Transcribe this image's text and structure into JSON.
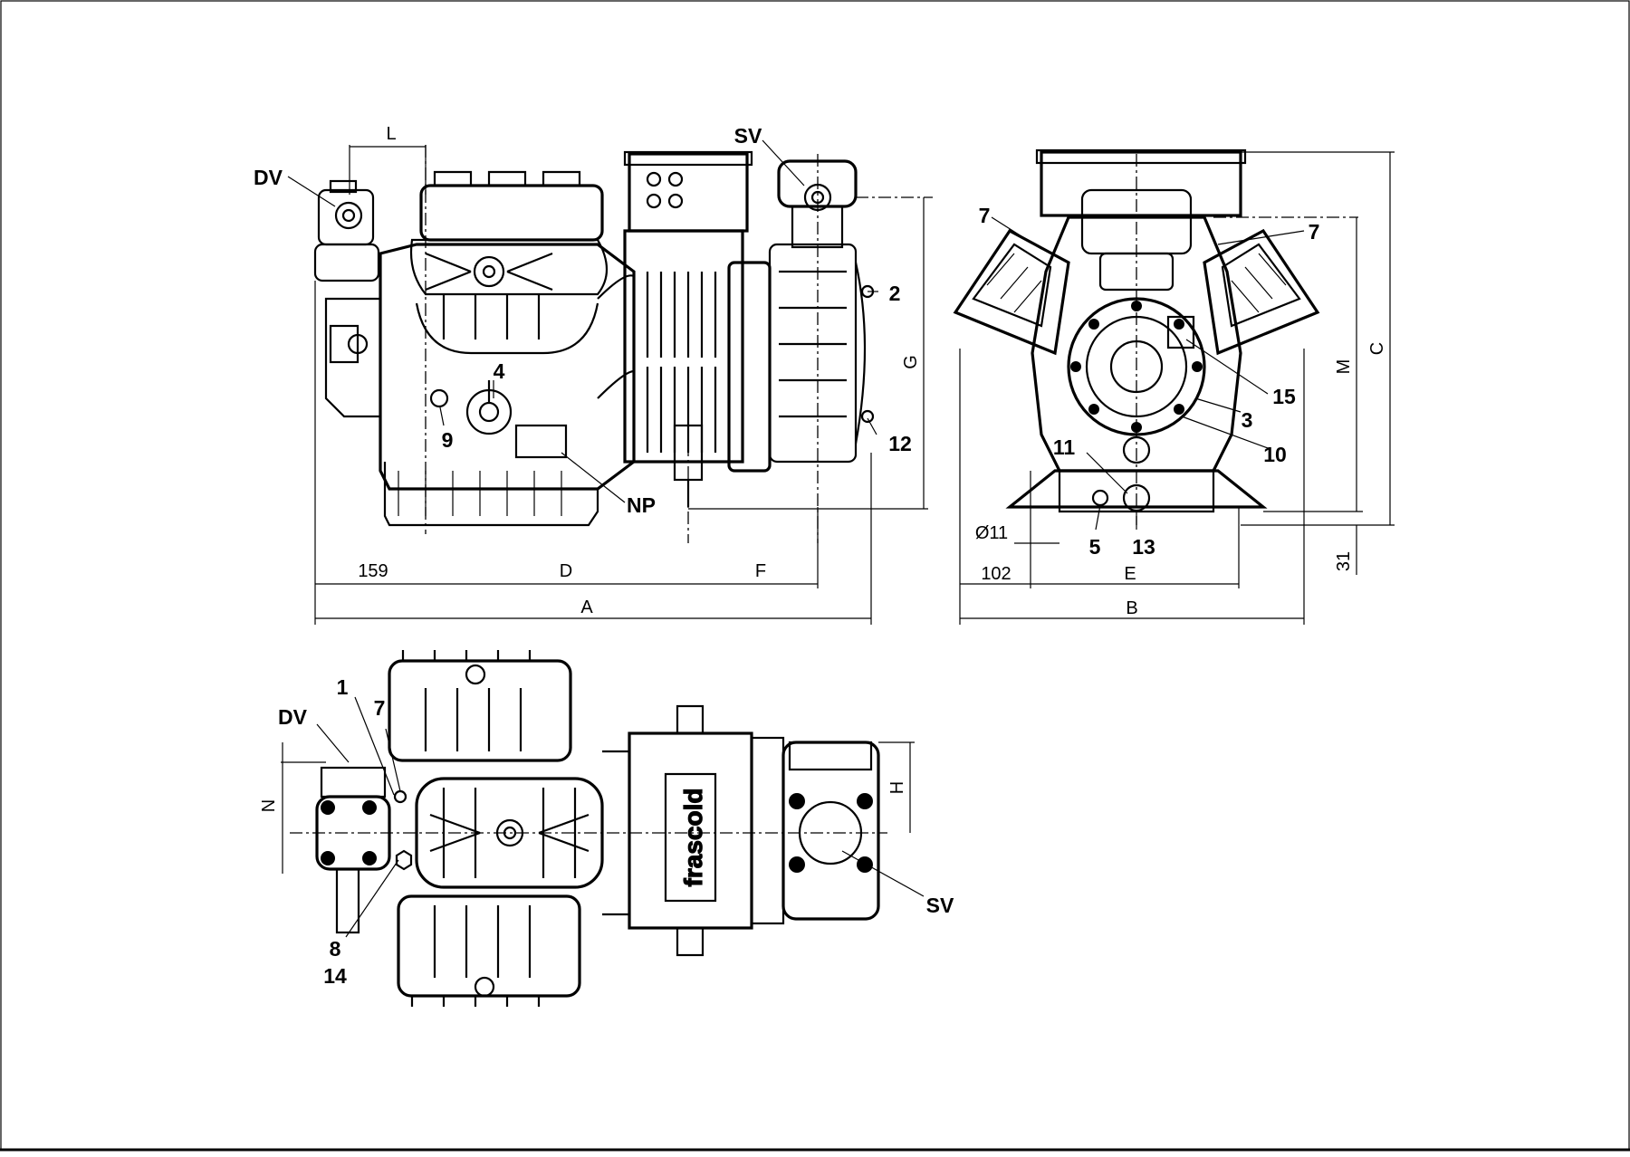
{
  "brand_logo": "frascold",
  "callouts": {
    "dv_top": "DV",
    "sv_top": "SV",
    "c2": "2",
    "c4": "4",
    "c9": "9",
    "c12": "12",
    "np": "NP",
    "r7_left": "7",
    "r7_right": "7",
    "r15": "15",
    "r3": "3",
    "r10": "10",
    "r11": "11",
    "r5": "5",
    "r13": "13",
    "b1": "1",
    "b7": "7",
    "dv_bottom": "DV",
    "sv_bottom": "SV",
    "b8": "8",
    "b14": "14"
  },
  "dimensions": {
    "L": "L",
    "G": "G",
    "d159": "159",
    "D": "D",
    "F": "F",
    "A": "A",
    "phi11": "Ø11",
    "d102": "102",
    "E": "E",
    "B": "B",
    "M": "M",
    "C": "C",
    "d31": "31",
    "N": "N",
    "H": "H"
  },
  "colors": {
    "ink": "#000000",
    "paper": "#ffffff"
  }
}
